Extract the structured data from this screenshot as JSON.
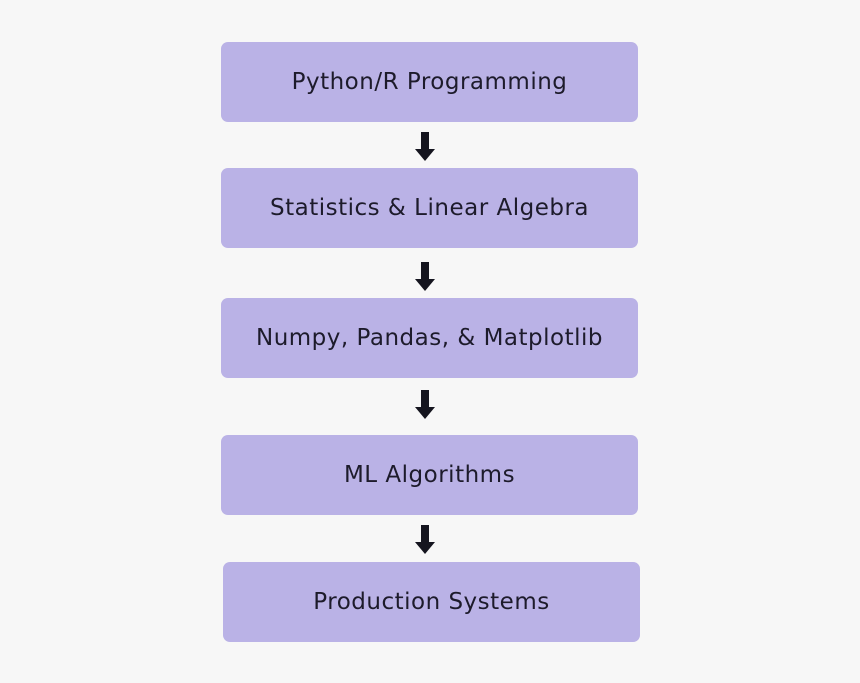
{
  "flowchart": {
    "steps": [
      {
        "label": "Python/R Programming"
      },
      {
        "label": "Statistics & Linear Algebra"
      },
      {
        "label": "Numpy, Pandas, & Matplotlib"
      },
      {
        "label": "ML Algorithms"
      },
      {
        "label": "Production Systems"
      }
    ],
    "arrow_icon": "arrow-down-icon",
    "colors": {
      "background": "#f7f7f7",
      "box_fill": "#bab2e6",
      "text": "#1d1b2b",
      "arrow": "#15151f"
    }
  }
}
